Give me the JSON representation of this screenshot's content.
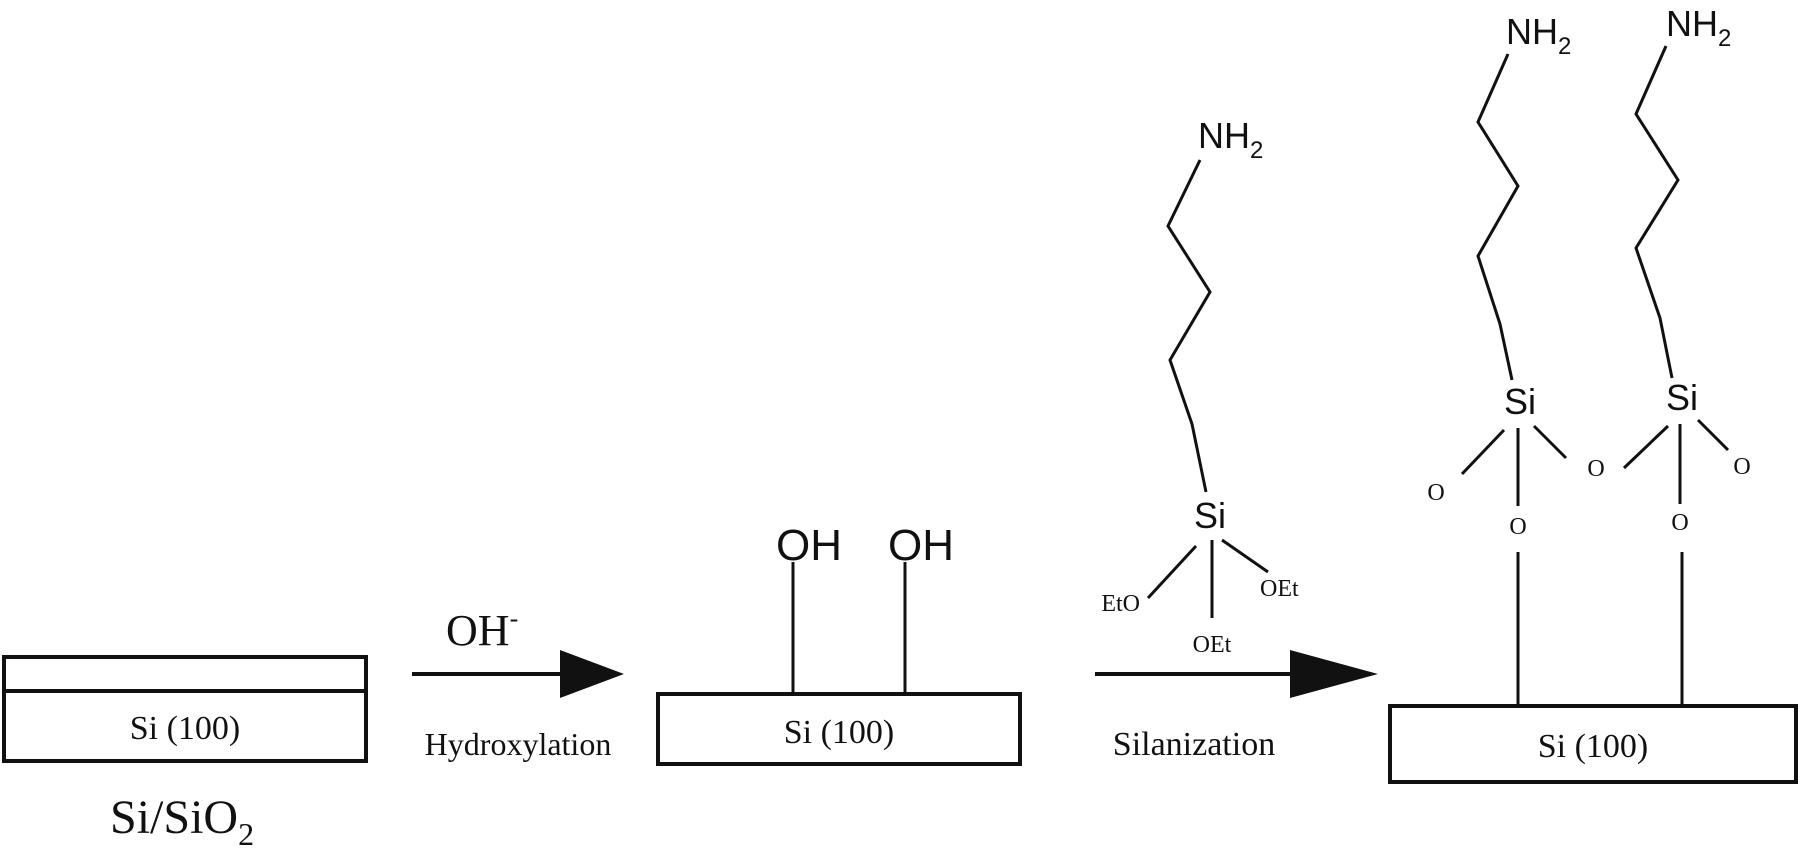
{
  "stage1": {
    "substrate_label": "Si (100)",
    "caption_main": "Si/SiO",
    "caption_sub": "2"
  },
  "step1": {
    "reagent_main": "OH",
    "reagent_sup": "-",
    "label": "Hydroxylation"
  },
  "stage2": {
    "substrate_label": "Si (100)",
    "groups": [
      "OH",
      "OH"
    ]
  },
  "step2": {
    "label": "Silanization",
    "reagent": {
      "amine_main": "NH",
      "amine_sub": "2",
      "silicon": "Si",
      "ethoxy_left": "EtO",
      "ethoxy_right": "OEt",
      "ethoxy_bottom": "OEt"
    }
  },
  "stage3": {
    "substrate_label": "Si (100)",
    "molecules": [
      {
        "amine_main": "NH",
        "amine_sub": "2",
        "silicon": "Si",
        "oxygen_left": "O",
        "oxygen_right": "",
        "oxygen_bottom": "O"
      },
      {
        "amine_main": "NH",
        "amine_sub": "2",
        "silicon": "Si",
        "oxygen_left": "O",
        "oxygen_right": "O",
        "oxygen_bottom": "O"
      }
    ]
  }
}
